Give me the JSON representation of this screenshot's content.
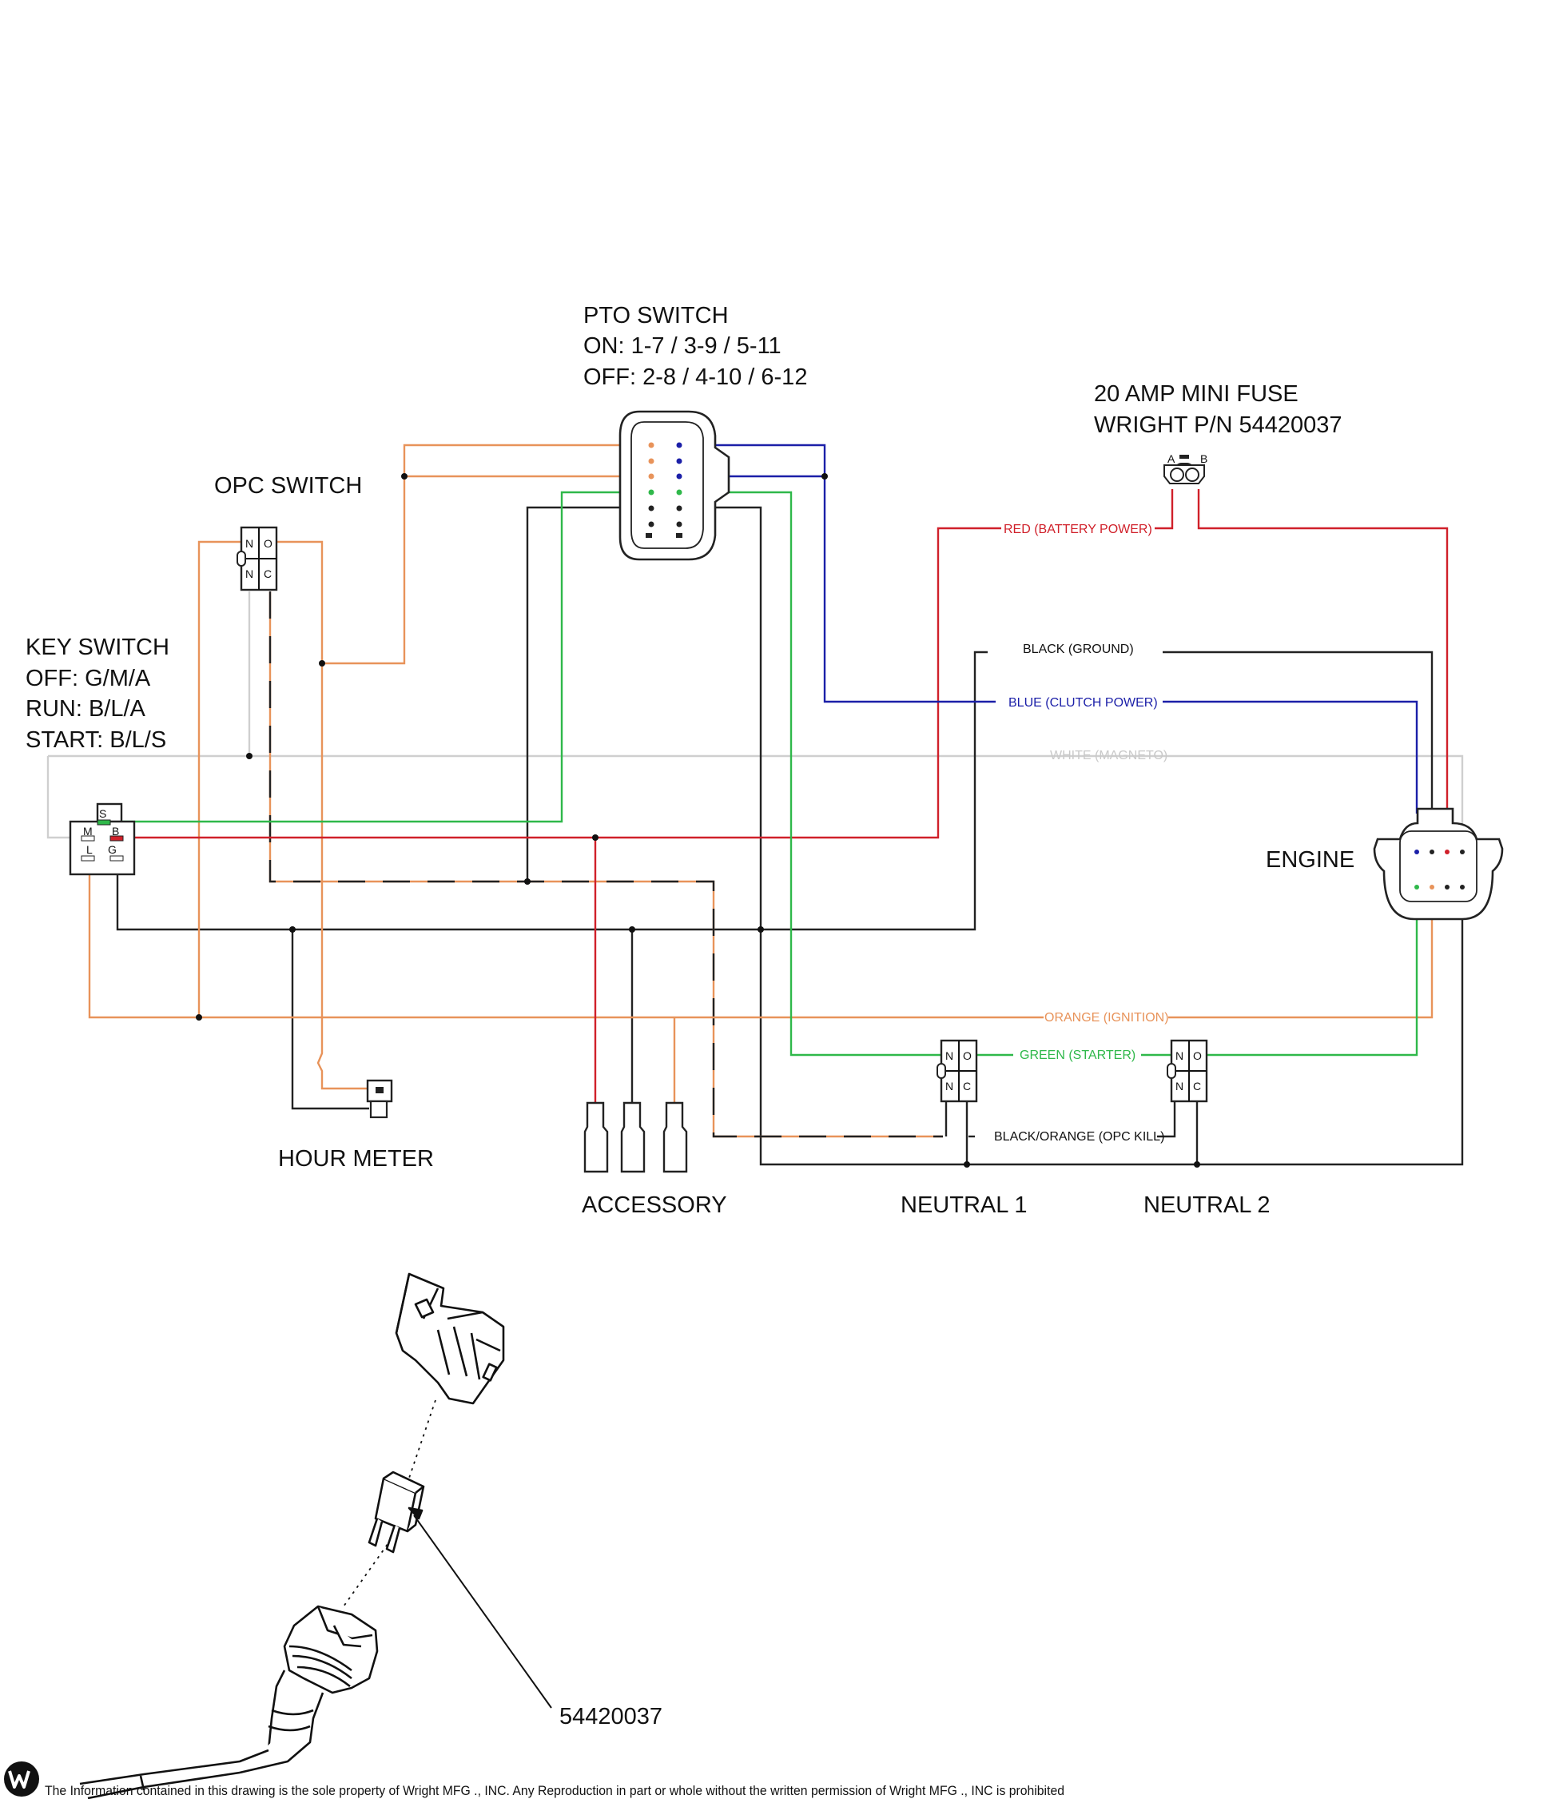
{
  "labels": {
    "pto_title": "PTO SWITCH",
    "pto_on": "ON: 1-7 / 3-9 / 5-11",
    "pto_off": "OFF: 2-8 / 4-10 / 6-12",
    "fuse_title": "20 AMP MINI FUSE",
    "fuse_pn": "WRIGHT P/N 54420037",
    "opc": "OPC SWITCH",
    "key_title": "KEY SWITCH",
    "key_off": "OFF: G/M/A",
    "key_run": "RUN: B/L/A",
    "key_start": "START: B/L/S",
    "engine": "ENGINE",
    "hour_meter": "HOUR METER",
    "accessory": "ACCESSORY",
    "neutral1": "NEUTRAL 1",
    "neutral2": "NEUTRAL 2",
    "part_callout": "54420037"
  },
  "wires": {
    "red": "RED (BATTERY POWER)",
    "black": "BLACK (GROUND)",
    "blue": "BLUE (CLUTCH POWER)",
    "white": "WHITE (MAGNETO)",
    "orange": "ORANGE (IGNITION)",
    "green": "GREEN (STARTER)",
    "black_orange": "BLACK/ORANGE (OPC KILL)"
  },
  "pins": {
    "n": "N",
    "o": "O",
    "c": "C",
    "s": "S",
    "m": "M",
    "b": "B",
    "l": "L",
    "g": "G",
    "fuse_a": "A",
    "fuse_b": "B"
  },
  "colors": {
    "red": "#d0202a",
    "black": "#222222",
    "blue": "#1b1fa8",
    "white": "#cfcfcf",
    "orange": "#e8935a",
    "green": "#2fb84a"
  },
  "footer": {
    "disclaimer": "The Information contained in this drawing is the sole property of Wright MFG ., INC. Any Reproduction in part or whole without the written permission of Wright MFG ., INC is prohibited"
  }
}
